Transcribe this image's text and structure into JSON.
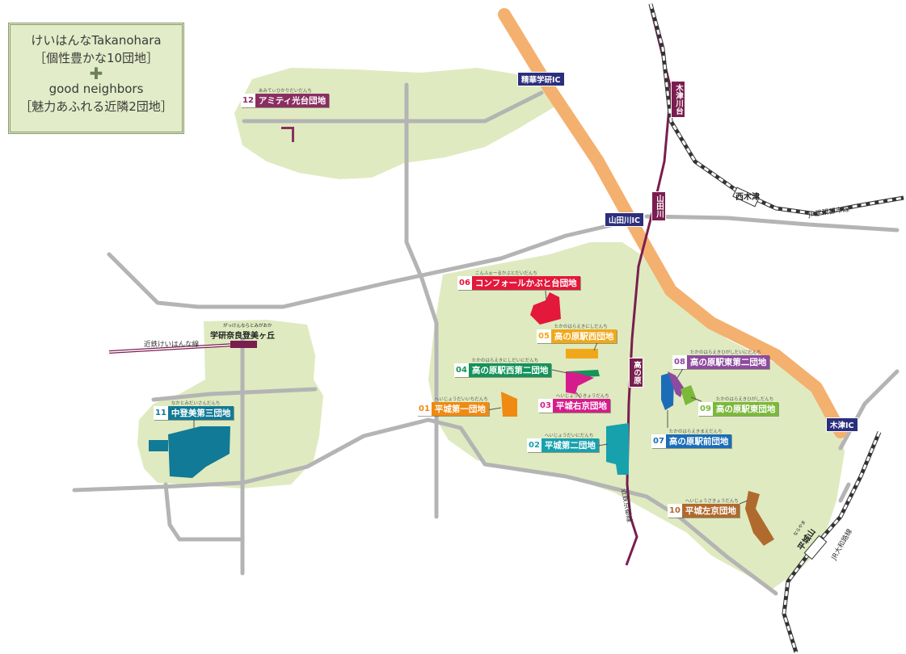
{
  "legend": {
    "line1": "けいはんなTakanohara",
    "line2": "［個性豊かな10団地］",
    "plus": "✚",
    "line3": "good neighbors",
    "line4": "［魅力あふれる近隣2団地］"
  },
  "danchi": [
    {
      "num": "01",
      "name": "平城第一団地",
      "ruby": "へいじょうだいいちだんち",
      "color": "#ef8a12"
    },
    {
      "num": "02",
      "name": "平城第二団地",
      "ruby": "へいじょうだいにだんち",
      "color": "#17a1ad"
    },
    {
      "num": "03",
      "name": "平城右京団地",
      "ruby": "へいじょううきょうだんち",
      "color": "#d61c8c"
    },
    {
      "num": "04",
      "name": "高の原駅西第二団地",
      "ruby": "たかのはらえきにしだいにだんち",
      "color": "#14935a"
    },
    {
      "num": "05",
      "name": "高の原駅西団地",
      "ruby": "たかのはらえきにしだんち",
      "color": "#f0a81a"
    },
    {
      "num": "06",
      "name": "コンフォールかぶと台団地",
      "ruby": "こんふぉーるかぶとだいだんち",
      "color": "#e3183a"
    },
    {
      "num": "07",
      "name": "高の原駅前団地",
      "ruby": "たかのはらえきまえだんち",
      "color": "#1b6db8"
    },
    {
      "num": "08",
      "name": "高の原駅東第二団地",
      "ruby": "たかのはらえきひがしだいにだんち",
      "color": "#8e4a9e"
    },
    {
      "num": "09",
      "name": "高の原駅東団地",
      "ruby": "たかのはらえきひがしだんち",
      "color": "#7bb93a"
    },
    {
      "num": "10",
      "name": "平城左京団地",
      "ruby": "へいじょうさきょうだんち",
      "color": "#b06a2e"
    },
    {
      "num": "11",
      "name": "中登美第三団地",
      "ruby": "なかとみだいさんだんち",
      "color": "#117a96"
    },
    {
      "num": "12",
      "name": "アミティ光台団地",
      "ruby": "あみてぃひかりだいだんち",
      "color": "#8a2e62"
    }
  ],
  "ic": {
    "seika": "精華学研IC",
    "yamadagawa": "山田川IC",
    "kizu": "木津IC"
  },
  "stations": {
    "gakken": "学研奈良登美ヶ丘",
    "gakken_ruby": "がっけんならとみがおか",
    "nishikizu": "西木津",
    "kizugawadai": "木津川台",
    "yamadagawa": "山田川",
    "takanohara": "高の原",
    "heijoyama": "平城山",
    "heijoyama_ruby": "ならやま"
  },
  "rail_lines": {
    "keihanna": "近鉄けいはんな線",
    "kyoto": "近鉄京都線",
    "gakkentoshi": "JR学研都市線",
    "yamatoji": "JR大和路線"
  },
  "colors": {
    "green_area": "#dfeac0",
    "road": "#b4b4b4",
    "expressway": "#f4b06e",
    "kintetsu": "#7a1e4f",
    "ic": "#2c2f7c"
  }
}
